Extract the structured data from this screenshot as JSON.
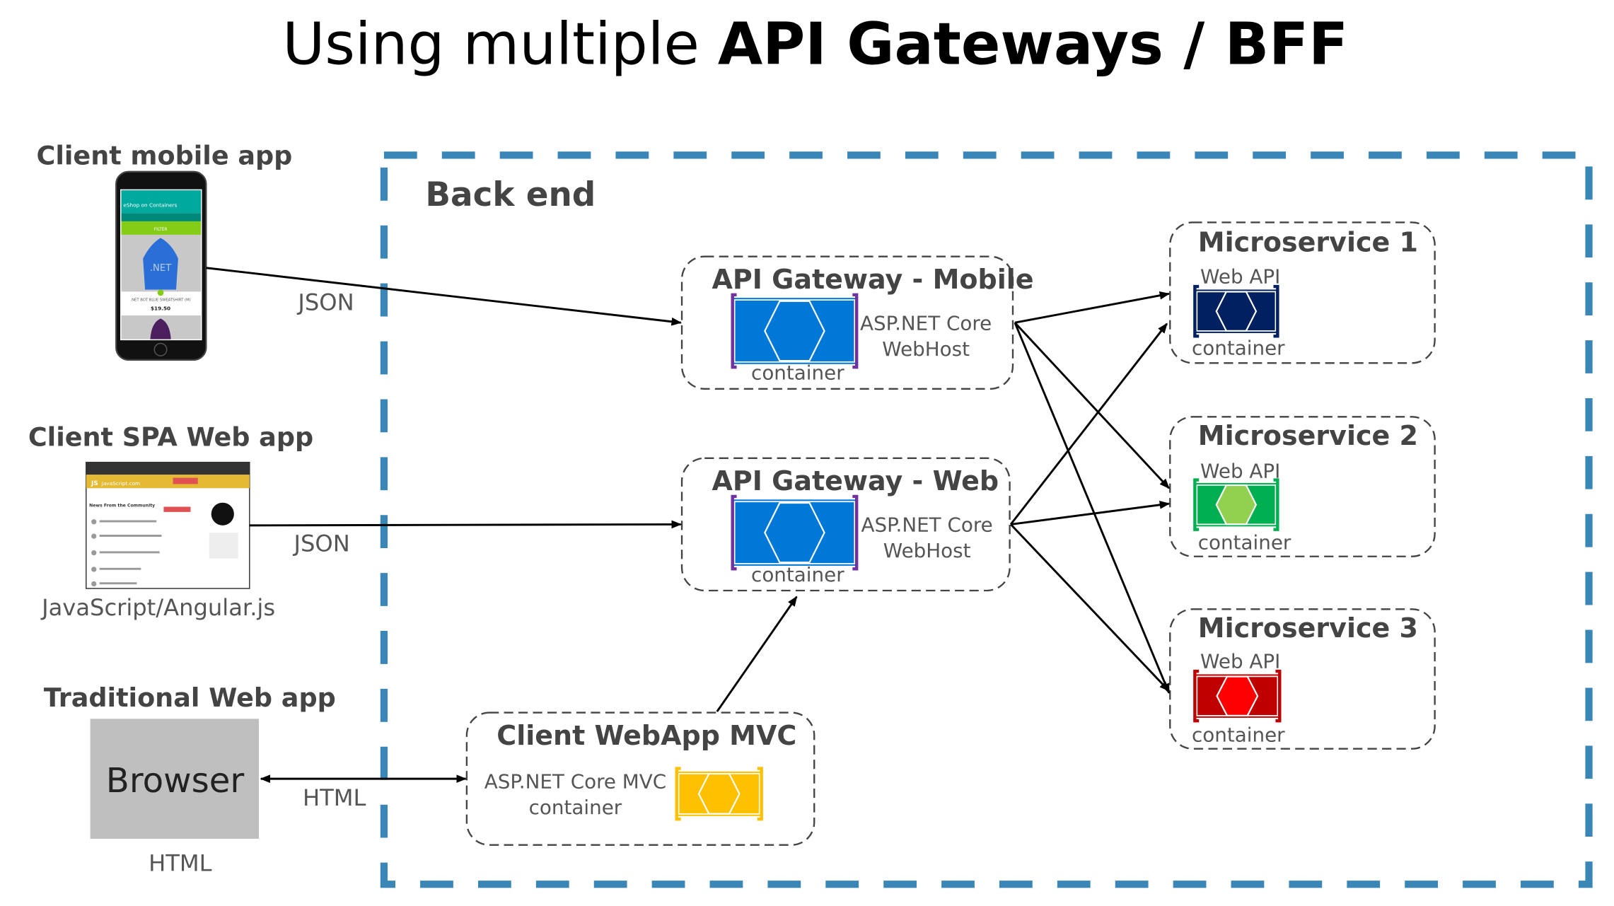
{
  "title": {
    "normal": "Using multiple ",
    "bold": "API Gateways / BFF"
  },
  "backend": {
    "label": "Back end",
    "border_color": "#3a87b7"
  },
  "clients": {
    "mobile": {
      "label": "Client mobile app",
      "protocol": "JSON",
      "screen": {
        "app_title": "eShop on Containers",
        "filter": "FILTER",
        "product": ".NET BOT BLUE SWEATSHIRT (M)",
        "price": "$19.50",
        "shirt_text": ".NET"
      }
    },
    "spa": {
      "label": "Client SPA Web app",
      "caption": "JavaScript/Angular.js",
      "protocol": "JSON",
      "screen": {
        "site": "JavaScript.com",
        "logo": "JS",
        "heading": "News From the Community"
      }
    },
    "traditional": {
      "label": "Traditional Web app",
      "browser": "Browser",
      "caption": "HTML",
      "protocol": "HTML"
    }
  },
  "gateways": [
    {
      "title": "API Gateway - Mobile",
      "tech_line1": "ASP.NET Core",
      "tech_line2": "WebHost",
      "container": "container",
      "color": "#0078d7",
      "bracket_color": "#7030a0"
    },
    {
      "title": "API Gateway - Web",
      "tech_line1": "ASP.NET Core",
      "tech_line2": "WebHost",
      "container": "container",
      "color": "#0078d7",
      "bracket_color": "#7030a0"
    }
  ],
  "mvc": {
    "title": "Client WebApp MVC",
    "tech_line1": "ASP.NET Core MVC",
    "tech_line2": "container",
    "color": "#ffc000",
    "bracket_color": "#ffc000"
  },
  "microservices": [
    {
      "title": "Microservice 1",
      "api": "Web API",
      "container": "container",
      "color": "#002060",
      "hex_color": "#002060",
      "bracket_color": "#002060"
    },
    {
      "title": "Microservice 2",
      "api": "Web API",
      "container": "container",
      "color": "#00b050",
      "hex_color": "#92d050",
      "bracket_color": "#00b050"
    },
    {
      "title": "Microservice 3",
      "api": "Web API",
      "container": "container",
      "color": "#c00000",
      "hex_color": "#ff0000",
      "bracket_color": "#c00000"
    }
  ]
}
